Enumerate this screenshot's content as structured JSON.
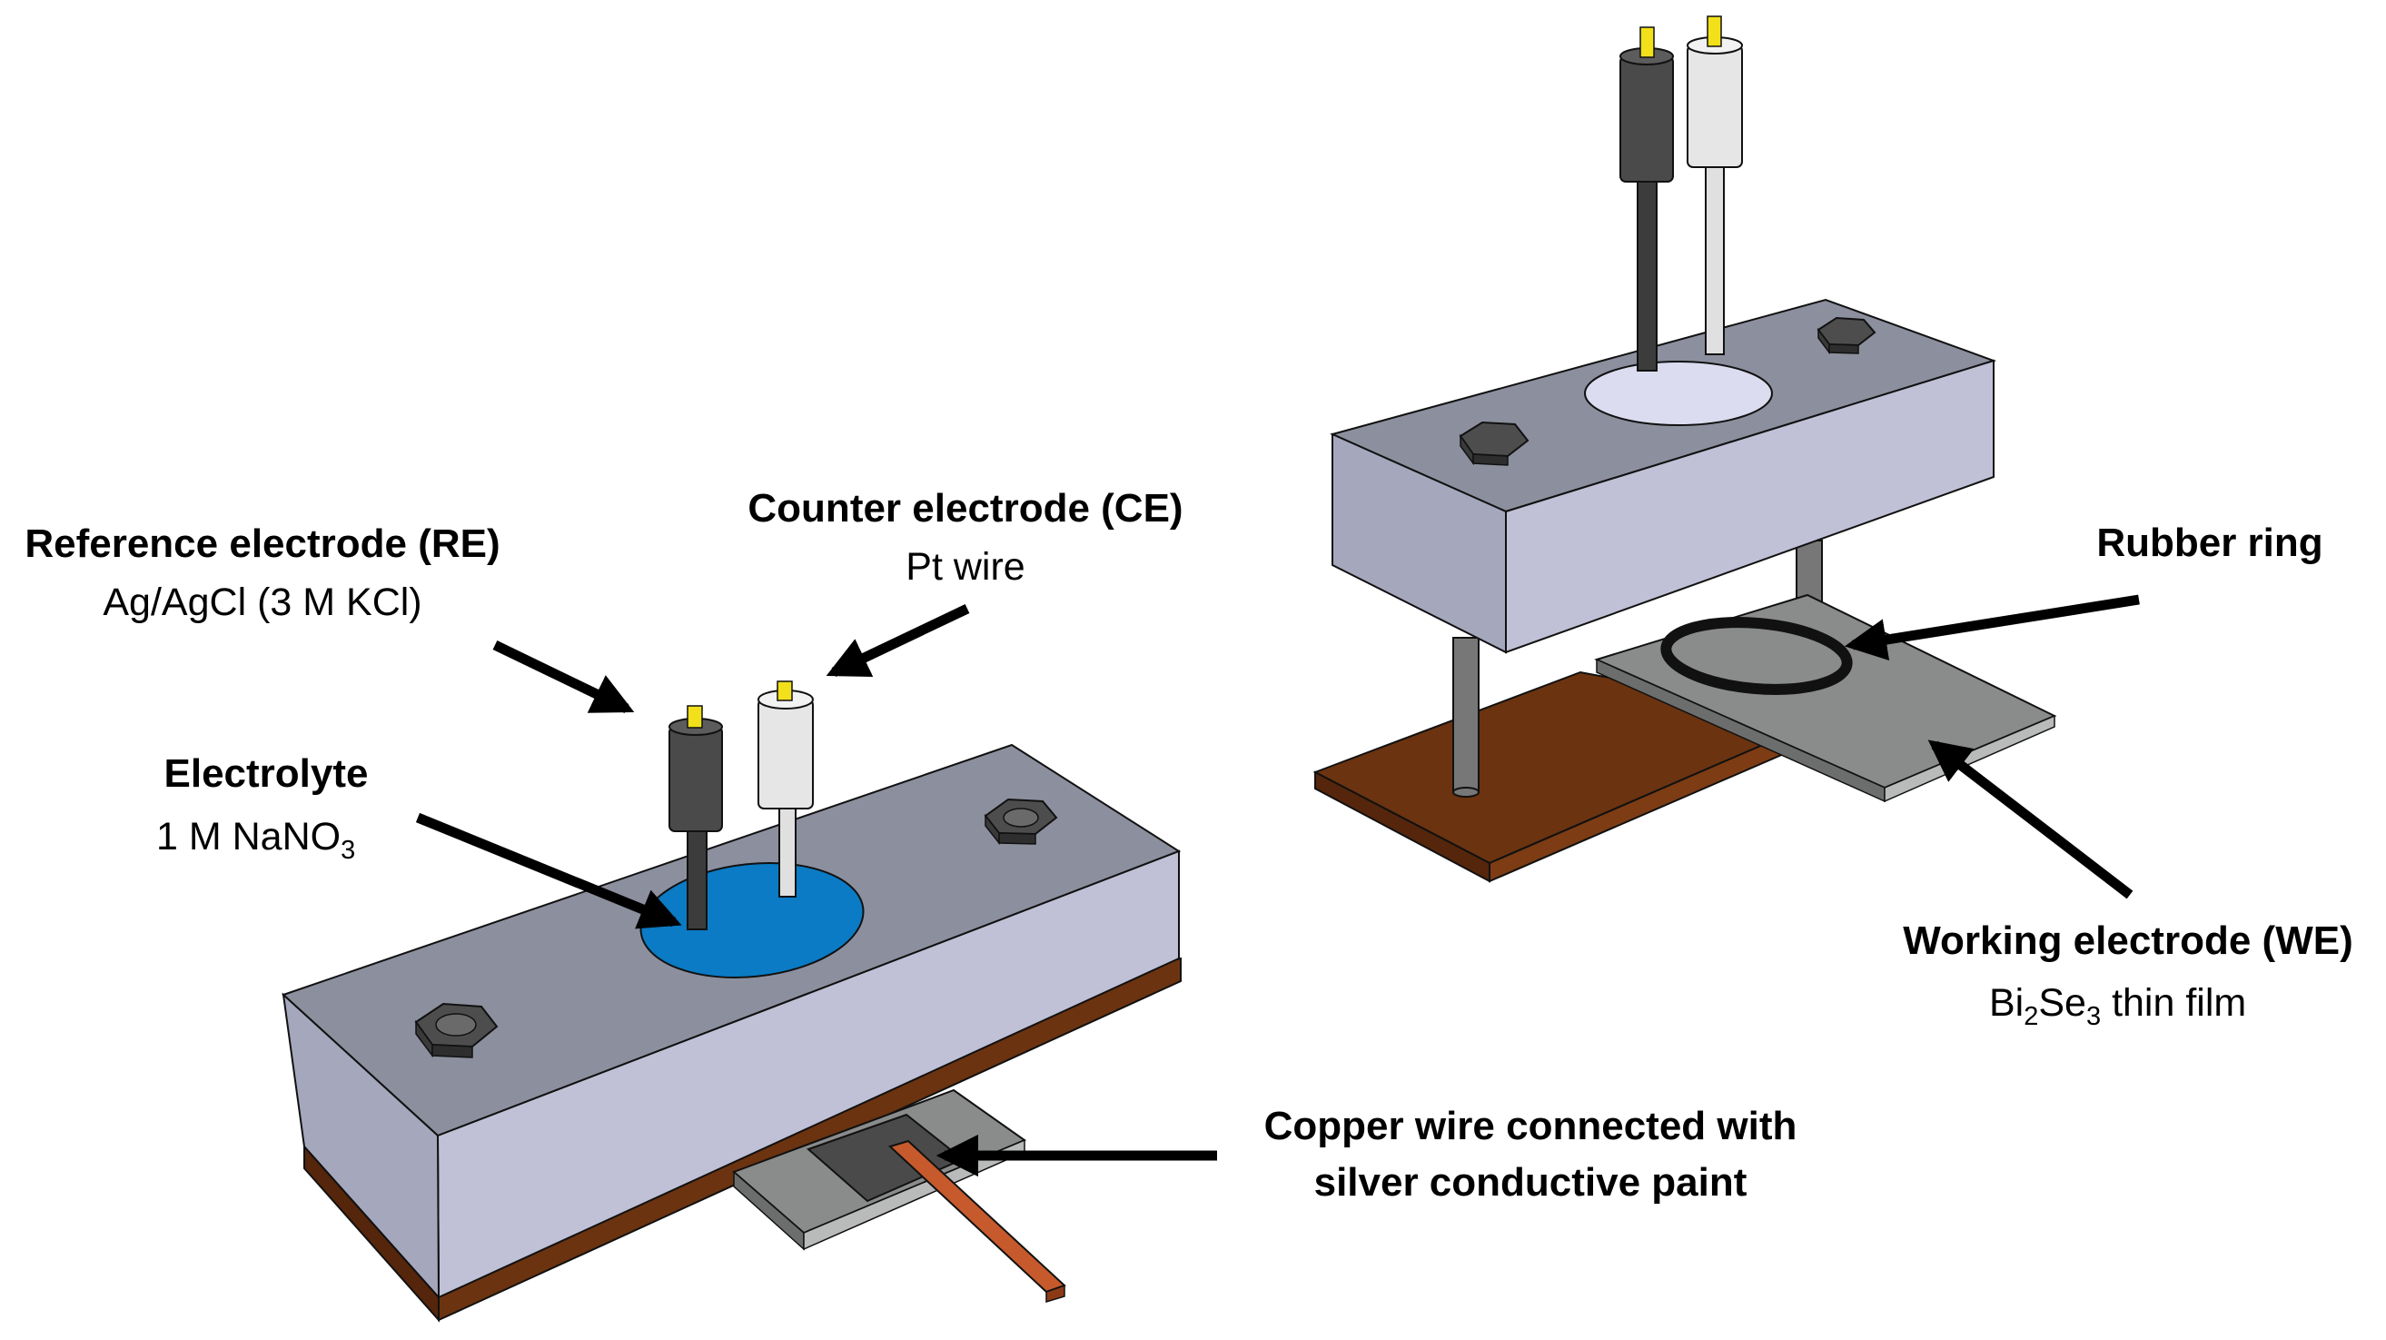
{
  "labels": {
    "reference": {
      "title": "Reference electrode (RE)",
      "detail": "Ag/AgCl (3 M KCl)"
    },
    "counter": {
      "title": "Counter electrode (CE)",
      "detail": "Pt wire"
    },
    "electrolyte": {
      "title": "Electrolyte",
      "detail_prefix": "1 M NaNO",
      "detail_sub": "3"
    },
    "copper": {
      "line1": "Copper wire connected with",
      "line2": "silver conductive paint"
    },
    "rubber": {
      "title": "Rubber ring"
    },
    "working": {
      "title": "Working electrode (WE)",
      "detail_p1": "Bi",
      "detail_s1": "2",
      "detail_p2": "Se",
      "detail_s2": "3",
      "detail_p3": " thin film"
    }
  },
  "colors": {
    "block_top": "#8c8f9e",
    "block_front": "#c0c1d6",
    "block_side": "#a5a7bd",
    "base_copper": "#6b3310",
    "electrolyte": "#0a7bc4",
    "ref_electrode": "#4a4a4a",
    "counter_electrode": "#e6e6e6",
    "wire_tip": "#f2e01a",
    "plate_gray": "#8a8c8b",
    "copper_wire": "#c65a2c"
  }
}
